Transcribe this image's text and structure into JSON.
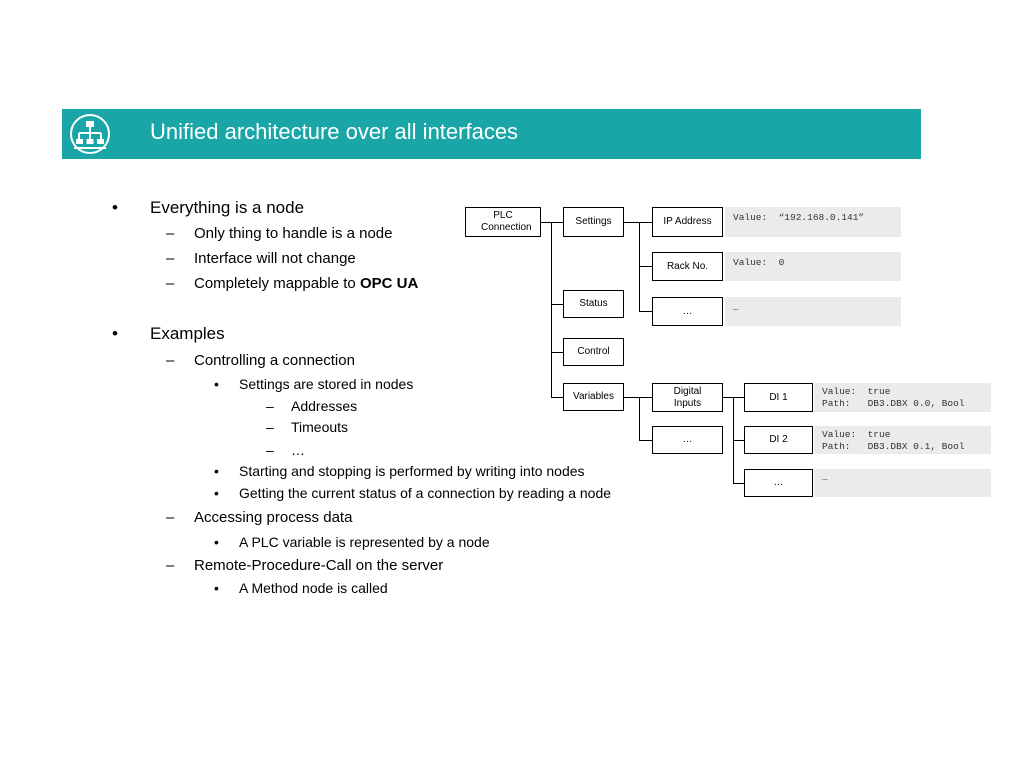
{
  "title": "Unified architecture over all interfaces",
  "icon": "org-chart-icon",
  "accent_color": "#1aa6a6",
  "bullets": [
    {
      "level": 1,
      "marker": "•",
      "text": "Everything is a node"
    },
    {
      "level": 2,
      "marker": "–",
      "text": "Only thing to handle is a node"
    },
    {
      "level": 2,
      "marker": "–",
      "text": "Interface will not change"
    },
    {
      "level": 2,
      "marker": "–",
      "text": "Completely mappable to ",
      "bold": "OPC UA"
    },
    {
      "level": 1,
      "marker": "•",
      "text": "Examples"
    },
    {
      "level": 2,
      "marker": "–",
      "text": "Controlling a connection"
    },
    {
      "level": 3,
      "marker": "•",
      "text": "Settings are stored in nodes"
    },
    {
      "level": 4,
      "marker": "–",
      "text": "Addresses"
    },
    {
      "level": 4,
      "marker": "–",
      "text": "Timeouts"
    },
    {
      "level": 4,
      "marker": "–",
      "text": "…"
    },
    {
      "level": 3,
      "marker": "•",
      "text": "Starting and stopping is performed by writing into nodes"
    },
    {
      "level": 3,
      "marker": "•",
      "text": "Getting the current status of a connection by reading a node"
    },
    {
      "level": 2,
      "marker": "–",
      "text": "Accessing process data"
    },
    {
      "level": 3,
      "marker": "•",
      "text": "A PLC variable is represented by a node"
    },
    {
      "level": 2,
      "marker": "–",
      "text": "Remote-Procedure-Call on the server"
    },
    {
      "level": 3,
      "marker": "•",
      "text": "A Method node is called"
    }
  ],
  "diagram": {
    "nodes": {
      "plc": "PLC Connection",
      "settings": "Settings",
      "status": "Status",
      "control": "Control",
      "variables": "Variables",
      "ip": "IP Address",
      "rack": "Rack No.",
      "settings_more": "…",
      "digital": "Digital Inputs",
      "variables_more": "…",
      "di1": "DI 1",
      "di2": "DI 2",
      "di_more": "…"
    },
    "values": {
      "ip": "Value:  “192.168.0.141”",
      "rack": "Value:  0",
      "settings_more": "…",
      "di1": "Value:  true\nPath:   DB3.DBX 0.0, Bool",
      "di2": "Value:  true\nPath:   DB3.DBX 0.1, Bool",
      "di_more": "…"
    }
  }
}
